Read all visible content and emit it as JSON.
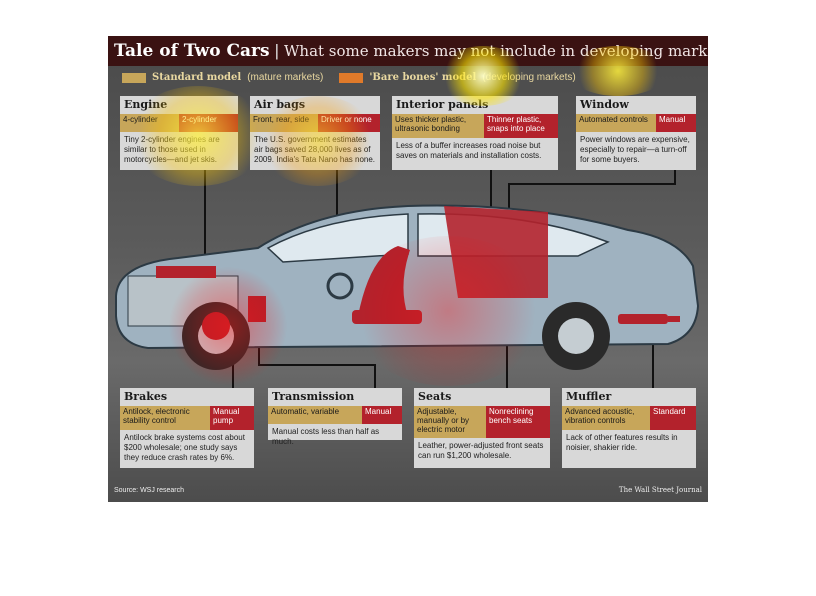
{
  "title": "Tale of Two Cars",
  "title_separator": "|",
  "subtitle": "What some makers may not include in developing markets",
  "legend": {
    "standard": "Standard model",
    "standard_note": "(mature markets)",
    "bare": "'Bare bones' model",
    "bare_note": "(developing markets)"
  },
  "colors": {
    "standard": "#c7a65a",
    "bare": "#b3222c",
    "title_bg": "#3a1212"
  },
  "boxes": {
    "engine": {
      "title": "Engine",
      "standard": "4-cylinder",
      "bare": "2-cylinder",
      "note": "Tiny 2-cylinder engines are similar to those used in motorcycles—and jet skis."
    },
    "airbags": {
      "title": "Air bags",
      "standard": "Front, rear, side",
      "bare": "Driver or none",
      "note": "The U.S. government estimates air bags saved 28,000 lives as of 2009. India's Tata Nano has none."
    },
    "interior": {
      "title": "Interior panels",
      "standard": "Uses thicker plastic, ultrasonic bonding",
      "bare": "Thinner plastic, snaps into place",
      "note": "Less of a buffer increases road noise but saves on materials and installation costs."
    },
    "window": {
      "title": "Window",
      "standard": "Automated controls",
      "bare": "Manual",
      "note": "Power windows are expensive, especially to repair—a turn-off for some buyers."
    },
    "brakes": {
      "title": "Brakes",
      "standard": "Antilock, electronic stability control",
      "bare": "Manual pump",
      "note": "Antilock brake systems cost about $200 wholesale; one study says they reduce crash rates by 6%."
    },
    "transmission": {
      "title": "Transmission",
      "standard": "Automatic, variable",
      "bare": "Manual",
      "note": "Manual costs less than half as much."
    },
    "seats": {
      "title": "Seats",
      "standard": "Adjustable, manually or by electric motor",
      "bare": "Nonreclining bench seats",
      "note": "Leather, power-adjusted front seats can run $1,200 wholesale."
    },
    "muffler": {
      "title": "Muffler",
      "standard": "Advanced acoustic, vibration controls",
      "bare": "Standard",
      "note": "Lack of other features results in noisier, shakier ride."
    }
  },
  "source": "Source: WSJ research",
  "credit": "The Wall Street Journal"
}
